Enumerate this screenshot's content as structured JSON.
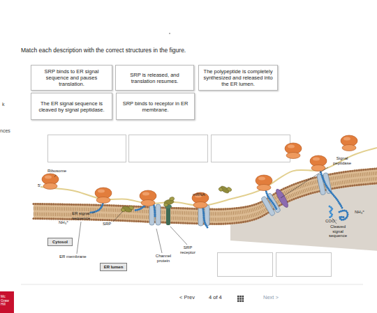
{
  "diagram": {
    "title": "Match each description with the correct structures in the figure.",
    "nodes": [
      {
        "text": [
          "SRP binds to ER signal sequence and pauses translation."
        ]
      },
      {
        "text": [
          "SRP is released, and translation resumes."
        ]
      },
      {
        "text": [
          "The polypeptide is completely synthesized and released into the ER lumen."
        ]
      },
      {
        "text": [
          "The ER signal sequence is cleaved by signal peptidase."
        ]
      },
      {
        "text": [
          "SRP binds to receptor in ER membrane."
        ]
      },
      {
        "text": [
          "Cytosol"
        ]
      },
      {
        "text": [
          "ER lumen"
        ]
      }
    ],
    "labels": [
      "k",
      "nces",
      "Ribosome",
      "5'",
      "ER signal sequence",
      "NH₃⁺",
      "SRP",
      "mRNA",
      "Signal peptidase",
      "COO⁻",
      "NH₃⁺",
      "Cleaved signal sequence",
      "SRP receptor",
      "Channel protein",
      "ER membrane",
      "< Prev",
      "4 of 4",
      "Next >",
      "Mc Graw Hill"
    ]
  }
}
